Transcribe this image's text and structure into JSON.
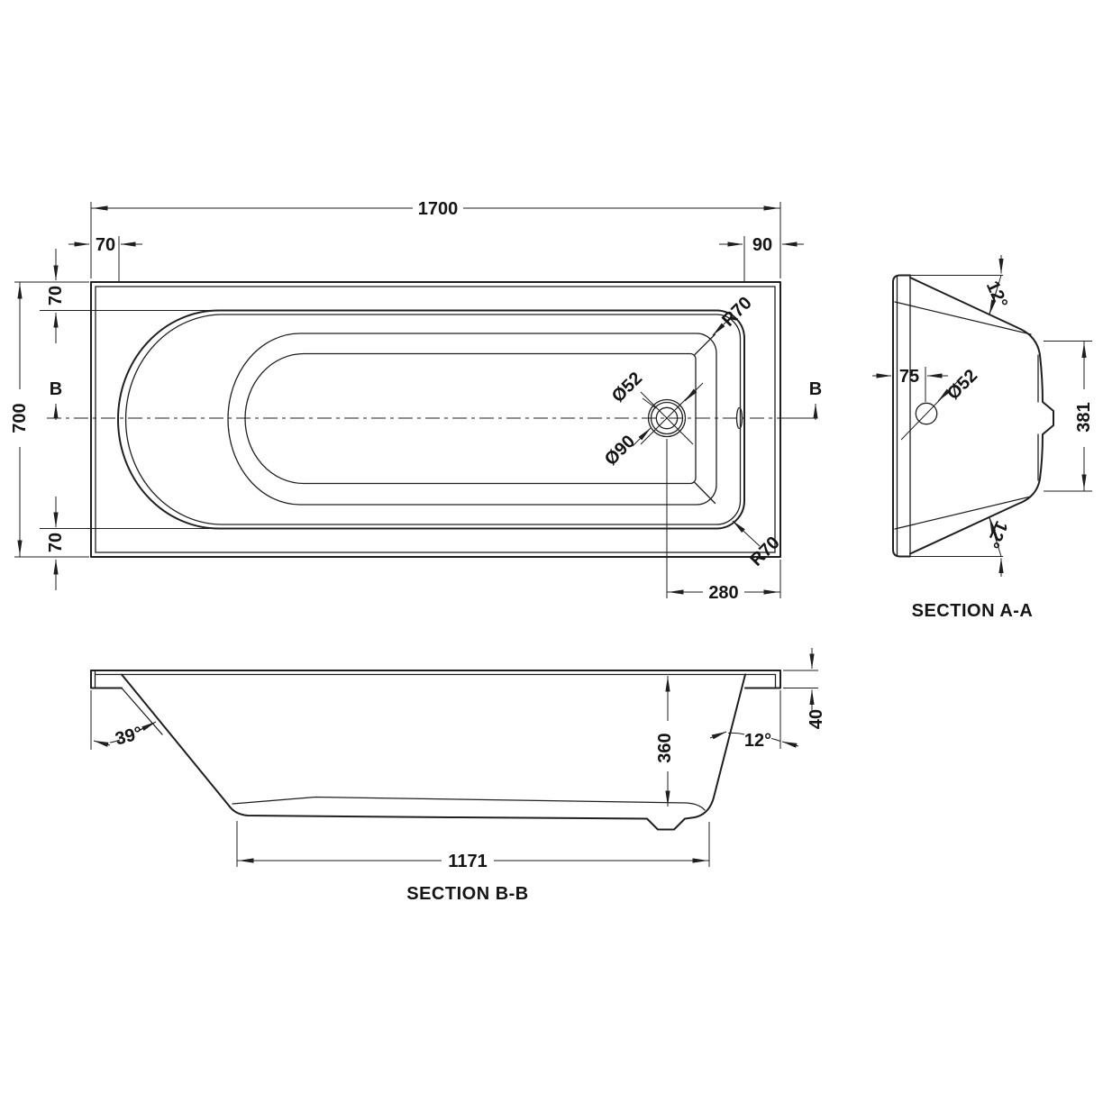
{
  "colors": {
    "line": "#1f1f1f",
    "background": "#ffffff"
  },
  "plan_view": {
    "dim_overall_length": "1700",
    "dim_overall_width": "700",
    "dim_rim_inset_left": "70",
    "dim_rim_inset_right": "90",
    "dim_rim_inset_top": "70",
    "dim_rim_inset_bottom": "70",
    "dim_drain_to_end": "280",
    "dim_drain_inner": "Ø52",
    "dim_drain_outer": "Ø90",
    "dim_corner_radius_top": "R70",
    "dim_corner_radius_bottom": "R70",
    "section_marker_left": "B",
    "section_marker_right": "B"
  },
  "section_aa": {
    "title": "SECTION A-A",
    "dim_wall_angle_top": "12°",
    "dim_wall_angle_bottom": "12°",
    "dim_drain_offset": "75",
    "dim_drain_hole": "Ø52",
    "dim_base_width": "381"
  },
  "section_bb": {
    "title": "SECTION B-B",
    "dim_head_slope_angle": "39°",
    "dim_internal_depth": "360",
    "dim_foot_slope_angle": "12°",
    "dim_rim_edge_height": "40",
    "dim_base_length": "1171"
  }
}
